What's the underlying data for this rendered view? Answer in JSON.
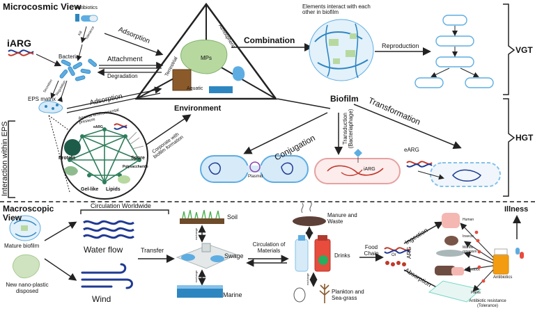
{
  "top": {
    "title": "Microcosmic View",
    "iarg": "iARG",
    "antibiotics": "Antibiotics",
    "kill": "Kill",
    "tolerance": "Tolerance",
    "bacteria": "Bacteria",
    "secretion": "Secretion",
    "regulation": "Regulation",
    "eps_matrix": "EPS matrix",
    "adsorption_1": "Adsorption",
    "attachment": "Attachment",
    "degradation": "Degradation",
    "adsorption_2": "Adsorption",
    "against_pressure": "Against environmental pressure",
    "terrestrial": "Terrestrial",
    "mps": "MPs",
    "atmospheric": "Atmospheric",
    "aquatic": "Aquatic",
    "environment": "Environment",
    "combination": "Combination",
    "elements_interact": "Elements interact with each other in biofilm",
    "reproduction": "Reproduction",
    "vgt": "VGT",
    "biofilm": "Biofilm",
    "transformation": "Transformation",
    "conjugation": "Conjugation",
    "transduction": "Transduction (Bacteriaphage)",
    "hgt": "HGT",
    "earg_1": "eARG",
    "earg_2": "eARG",
    "iarg_cell": "iARG",
    "plasmid": "Plasmid",
    "interaction_eps": "Interaction within EPS",
    "corporate": "Corporate with biofilm formation",
    "protein": "Protein",
    "spore": "Spore",
    "polysaccharide": "Polysaccharide",
    "gel_like": "Gel-like",
    "lipids": "Lipids"
  },
  "bottom": {
    "title": "Macroscopic View",
    "circulation_worldwide": "Circulation Worldwide",
    "mature_biofilm": "Mature biofilm",
    "new_nanoplastic": "New nano-plastic disposed",
    "water_flow": "Water flow",
    "wind": "Wind",
    "transfer": "Transfer",
    "soil": "Soil",
    "swage": "Swage",
    "marine": "Marine",
    "exchange_1": "exchange",
    "exchange_2": "exchange",
    "exchange_3": "exchange",
    "circulation_materials": "Circulation of Materials",
    "manure_waste": "Manure and Waste",
    "drinks": "Drinks",
    "plankton": "Plankton and Sea-grass",
    "food_chain": "Food Chain",
    "ingestion": "Ingestion",
    "arg": "ARG",
    "or": "Or",
    "absorption": "Absorption",
    "human": "Human",
    "insects": "Insects",
    "marine_organism": "Marine organism",
    "livestock": "Livestock",
    "plants": "Plants",
    "antibiotics": "Antibiotics",
    "illness": "Illness",
    "antibiotic_resistance": "Antibiotic resistance (Tolerance)"
  },
  "colors": {
    "biofilm_blue": "#2e86c1",
    "bacteria_cyan": "#5dade2",
    "network_green": "#2e7d5b",
    "red_arg": "#c0392b",
    "navy_arg": "#1f3a93",
    "mp_green": "#b7d9a0"
  }
}
